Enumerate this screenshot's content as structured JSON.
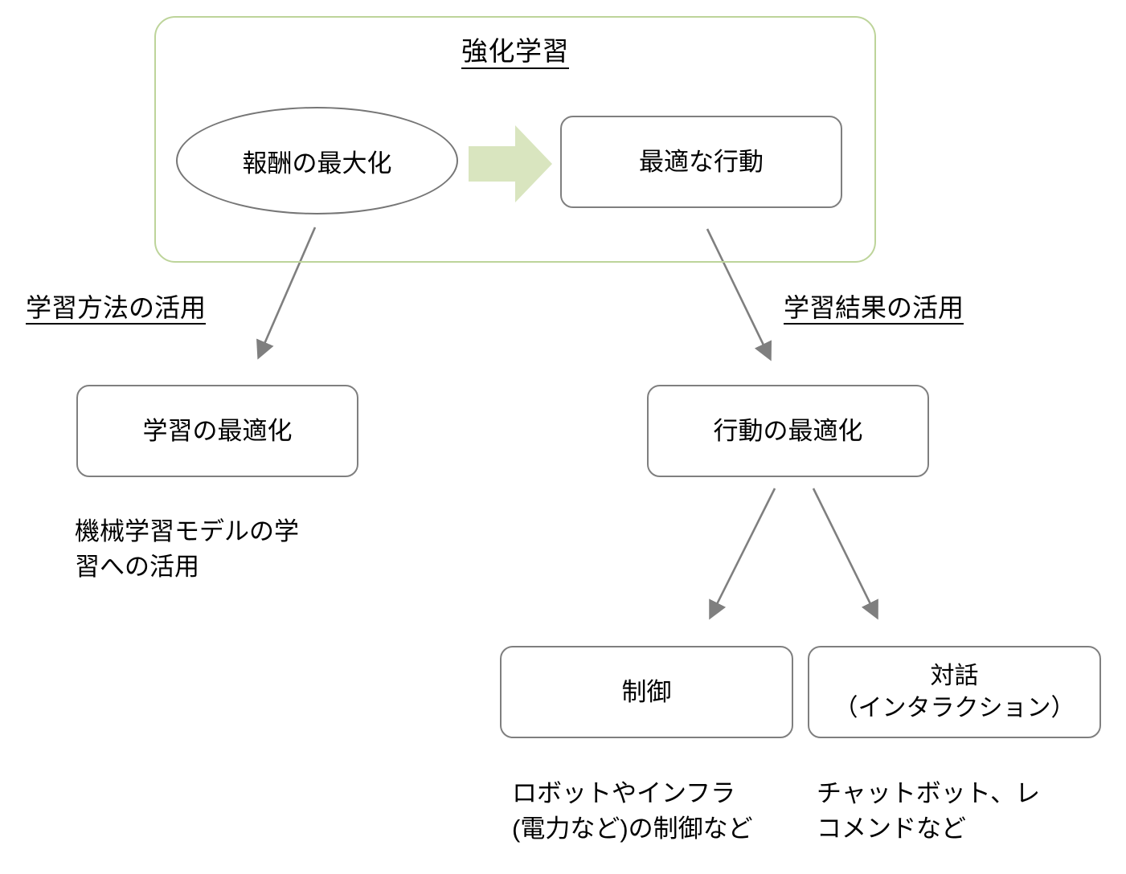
{
  "diagram": {
    "group": {
      "title": "強化学習",
      "border_color": "#bdd49a"
    },
    "nodes": {
      "reward_max": "報酬の最大化",
      "optimal_action": "最適な行動",
      "learning_optimization": "学習の最適化",
      "action_optimization": "行動の最適化",
      "control": "制御",
      "dialogue": "対話\n（インタラクション）"
    },
    "edge_labels": {
      "method_use": "学習方法の活用",
      "result_use": "学習結果の活用"
    },
    "captions": {
      "machine_learning": "機械学習モデルの学\n習への活用",
      "control": "ロボットやインフラ\n(電力など)の制御など",
      "dialogue": "チャットボット、レ\nコメンドなど"
    },
    "colors": {
      "accent_green": "#bdd49a",
      "node_border": "#7f7f7f",
      "ellipse_border": "#767676",
      "connector": "#7f7f7f",
      "text": "#000000"
    }
  }
}
